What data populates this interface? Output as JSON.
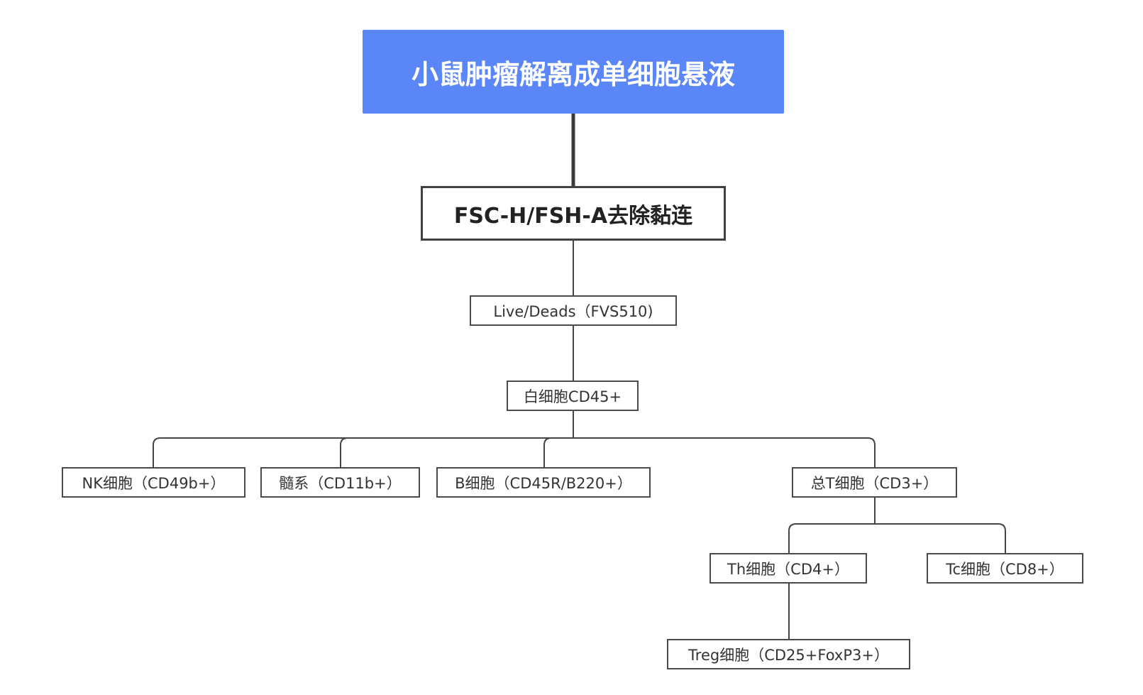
{
  "colors": {
    "root_fill": "#5b86f8",
    "root_text": "#ffffff",
    "line": "#444444",
    "box_border": "#4a4a4a"
  },
  "nodes": {
    "root": "小鼠肿瘤解离成单细胞悬液",
    "singlets": "FSC-H/FSH-A去除黏连",
    "live_dead": "Live/Deads（FVS510)",
    "cd45": "白细胞CD45+",
    "nk": "NK细胞（CD49b+）",
    "myeloid": "髓系（CD11b+）",
    "b_cell": "B细胞（CD45R/B220+）",
    "total_t": "总T细胞（CD3+）",
    "th": "Th细胞（CD4+）",
    "tc": "Tc细胞（CD8+）",
    "treg": "Treg细胞（CD25+FoxP3+）"
  }
}
